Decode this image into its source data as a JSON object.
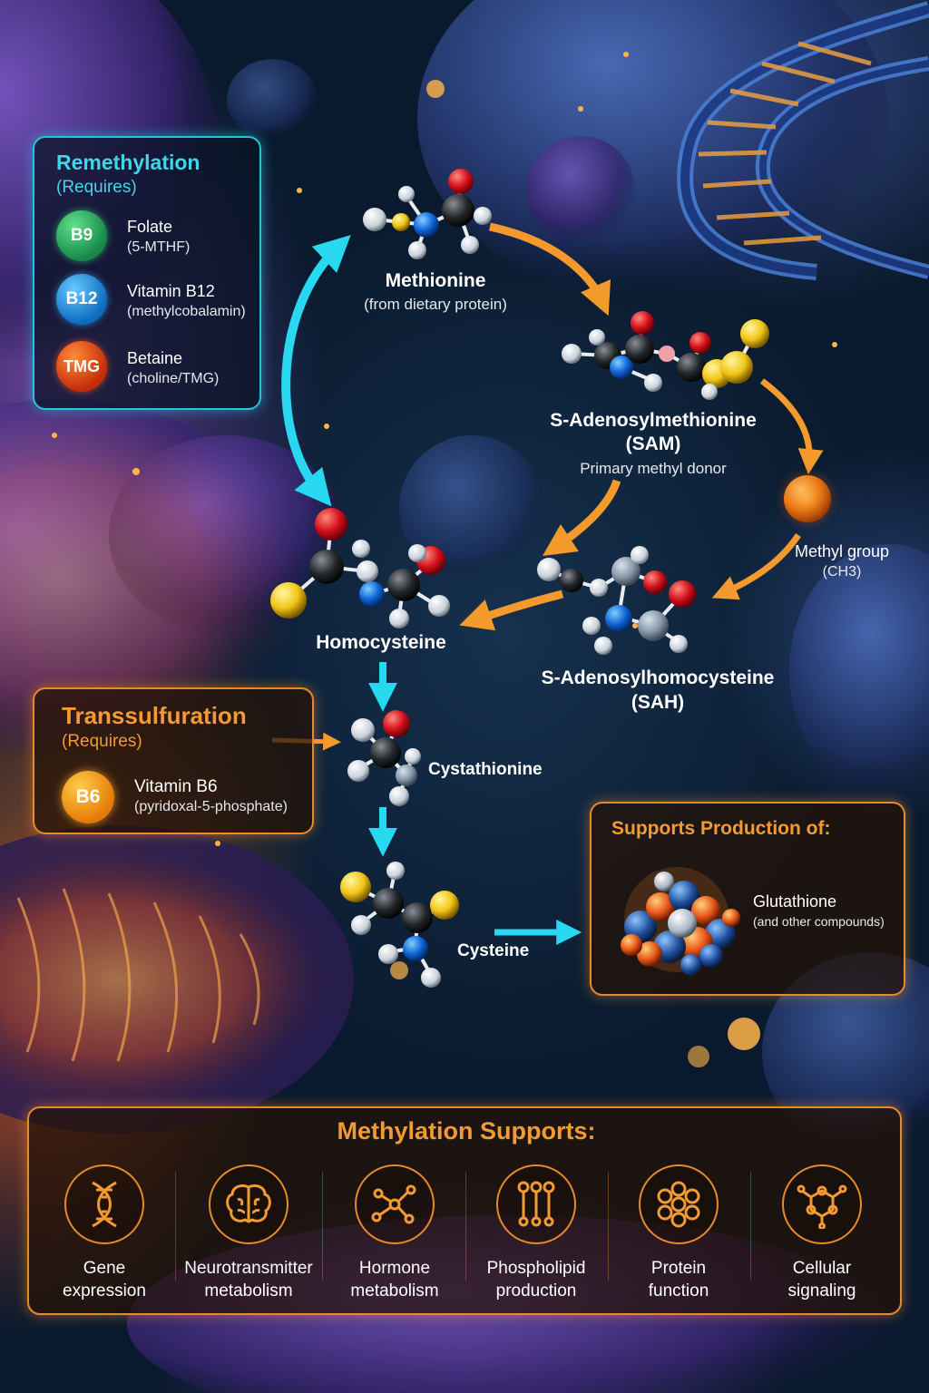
{
  "remethylation": {
    "title": "Remethylation",
    "subtitle": "(Requires)",
    "items": [
      {
        "badge": "B9",
        "name": "Folate",
        "detail": "(5-MTHF)",
        "color": "#1f9d55"
      },
      {
        "badge": "B12",
        "name": "Vitamin B12",
        "detail": "(methylcobalamin)",
        "color": "#1283d6"
      },
      {
        "badge": "TMG",
        "name": "Betaine",
        "detail": "(choline/TMG)",
        "color": "#e0460f"
      }
    ]
  },
  "cycle": {
    "methionine": {
      "name": "Methionine",
      "detail": "(from dietary protein)"
    },
    "sam": {
      "name_line1": "S-Adenosylmethionine",
      "name_line2": "(SAM)",
      "detail": "Primary methyl donor"
    },
    "methyl_group": {
      "name": "Methyl group",
      "formula": "(CH3)"
    },
    "sah": {
      "name_line1": "S-Adenosylhomocysteine",
      "name_line2": "(SAH)"
    },
    "homocysteine": {
      "name": "Homocysteine"
    },
    "cystathionine": {
      "name": "Cystathionine"
    },
    "cysteine": {
      "name": "Cysteine"
    }
  },
  "transsulfuration": {
    "title": "Transsulfuration",
    "subtitle": "(Requires)",
    "items": [
      {
        "badge": "B6",
        "name": "Vitamin B6",
        "detail": "(pyridoxal-5-phosphate)",
        "color": "#f29a18"
      }
    ]
  },
  "production": {
    "title": "Supports Production of:",
    "name": "Glutathione",
    "detail": "(and other compounds)"
  },
  "supports": {
    "title": "Methylation Supports:",
    "items": [
      {
        "line1": "Gene",
        "line2": "expression",
        "icon": "dna-icon"
      },
      {
        "line1": "Neurotransmitter",
        "line2": "metabolism",
        "icon": "brain-icon"
      },
      {
        "line1": "Hormone",
        "line2": "metabolism",
        "icon": "molecule-icon"
      },
      {
        "line1": "Phospholipid",
        "line2": "production",
        "icon": "phospholipid-icon"
      },
      {
        "line1": "Protein",
        "line2": "function",
        "icon": "protein-icon"
      },
      {
        "line1": "Cellular",
        "line2": "signaling",
        "icon": "network-icon"
      }
    ]
  },
  "colors": {
    "teal": "#25c3dc",
    "orange": "#e8892a",
    "arrow_orange": "#f49a2c",
    "arrow_cyan": "#27d8f0"
  }
}
